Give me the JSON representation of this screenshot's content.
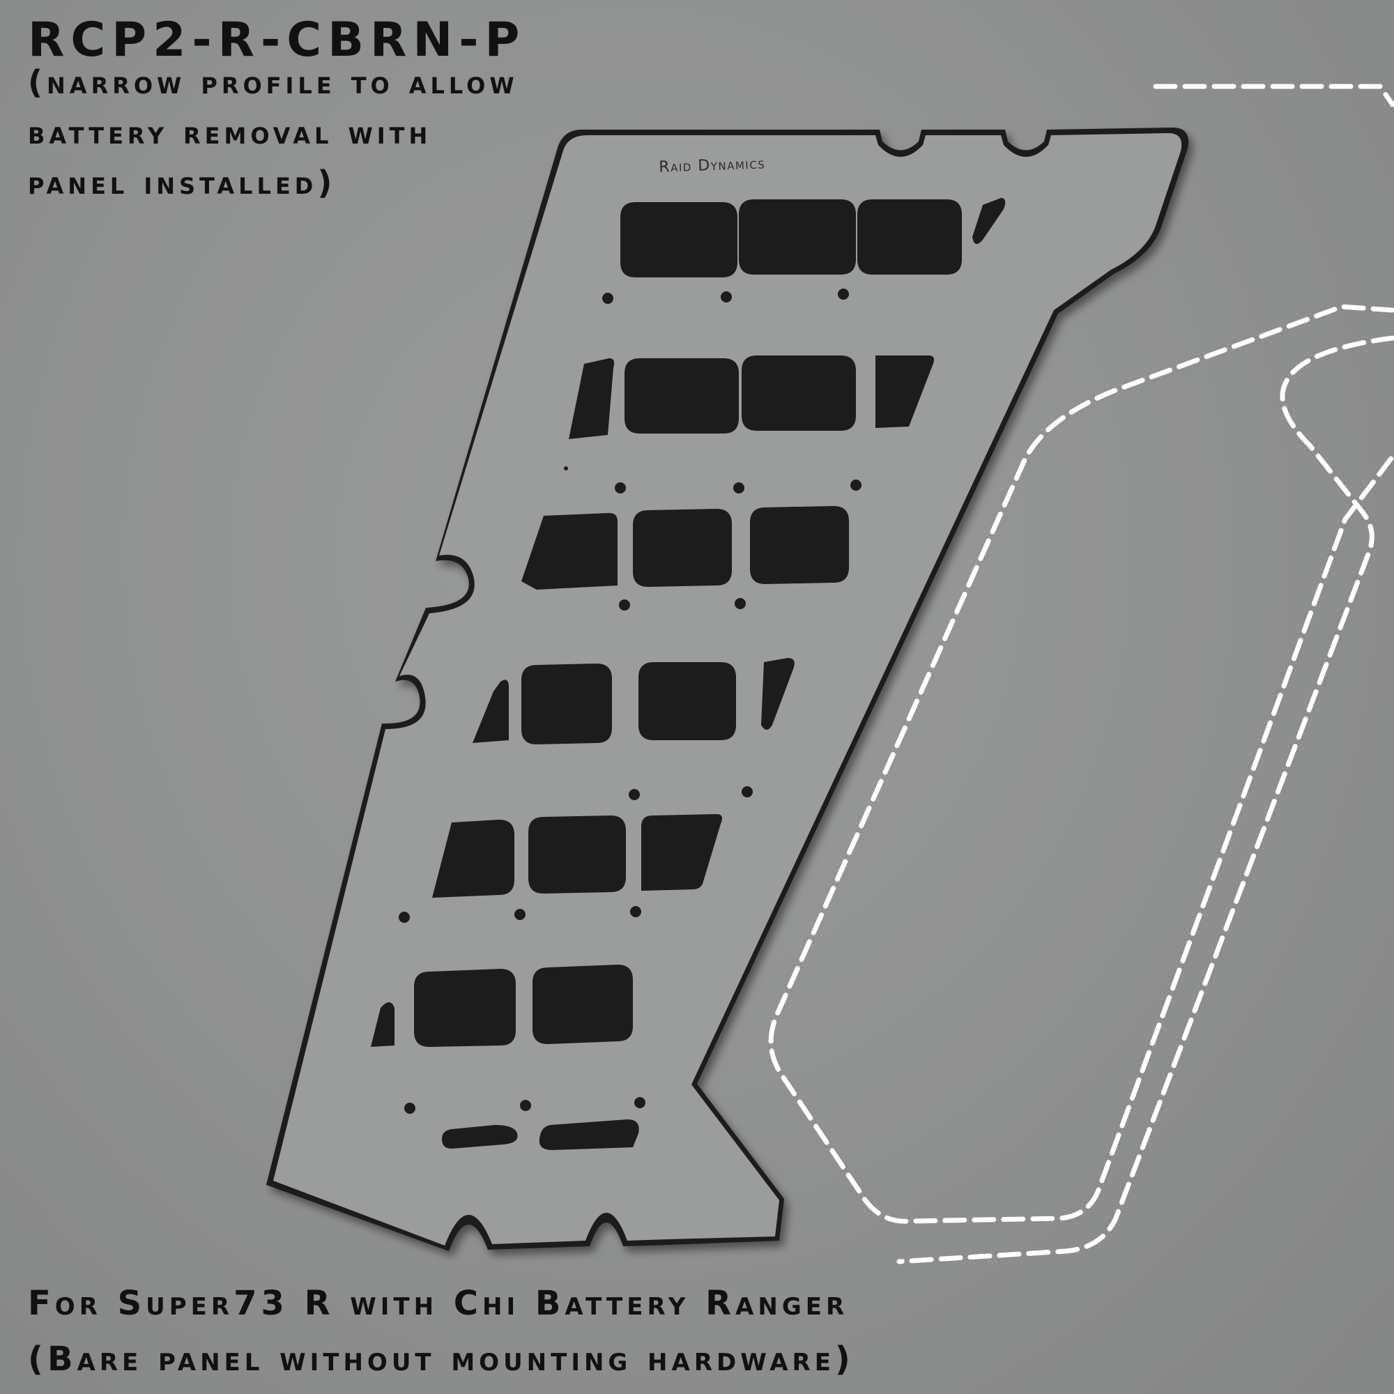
{
  "product": {
    "model_code": "RCP2-R-CBRN-P",
    "note_line_1": "(narrow profile to allow",
    "note_line_2": "battery removal with",
    "note_line_3": "panel installed)",
    "engraved_brand": "Raid Dynamics"
  },
  "footer": {
    "line_1": "For Super73 R with Chi Battery Ranger",
    "line_2": "(Bare panel without mounting hardware)"
  },
  "colors": {
    "background": "#8f9090",
    "panel_face": "#9b9c9c",
    "panel_edge": "#1a1a1a",
    "caption_text": "#111111",
    "dashed_outline": "#ffffff"
  },
  "icons": {
    "panel": "molle-panel-cutouts",
    "outline": "dashed-battery-outline"
  }
}
